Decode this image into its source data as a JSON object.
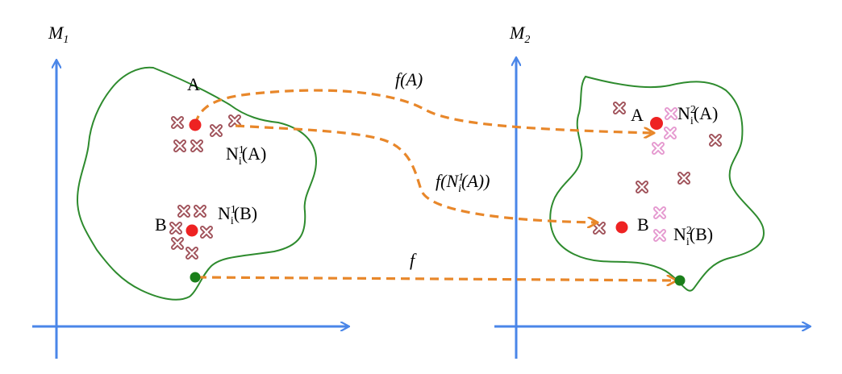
{
  "space_left": {
    "title_main": "M",
    "title_sub": "1"
  },
  "space_right": {
    "title_main": "M",
    "title_sub": "2"
  },
  "left_region": {
    "point_a": "A",
    "point_b": "B",
    "neighborhood_a": {
      "main": "N",
      "sup": "1",
      "sub": "i",
      "tail": "(A)"
    },
    "neighborhood_b": {
      "main": "N",
      "sup": "1",
      "sub": "i",
      "tail": "(B)"
    }
  },
  "right_region": {
    "point_a": "A",
    "point_b": "B",
    "neighborhood_a": {
      "main": "N",
      "sup": "2",
      "sub": "i",
      "tail": "(A)"
    },
    "neighborhood_b": {
      "main": "N",
      "sup": "2",
      "sub": "i",
      "tail": "(B)"
    }
  },
  "mappings": {
    "f_of_a": "f(A)",
    "f_of_n": {
      "head": "f(N",
      "sup": "1",
      "sub": "i",
      "tail": "(A))"
    },
    "f": "f"
  },
  "colors": {
    "axis": "#4a86e8",
    "region_outline": "#2e8b2e",
    "mapping_arrow": "#e8872a",
    "point": "#ee2222",
    "boundary_point": "#1a7f1a",
    "marker_dark": "#a0525a",
    "marker_light": "#e59ad0"
  }
}
